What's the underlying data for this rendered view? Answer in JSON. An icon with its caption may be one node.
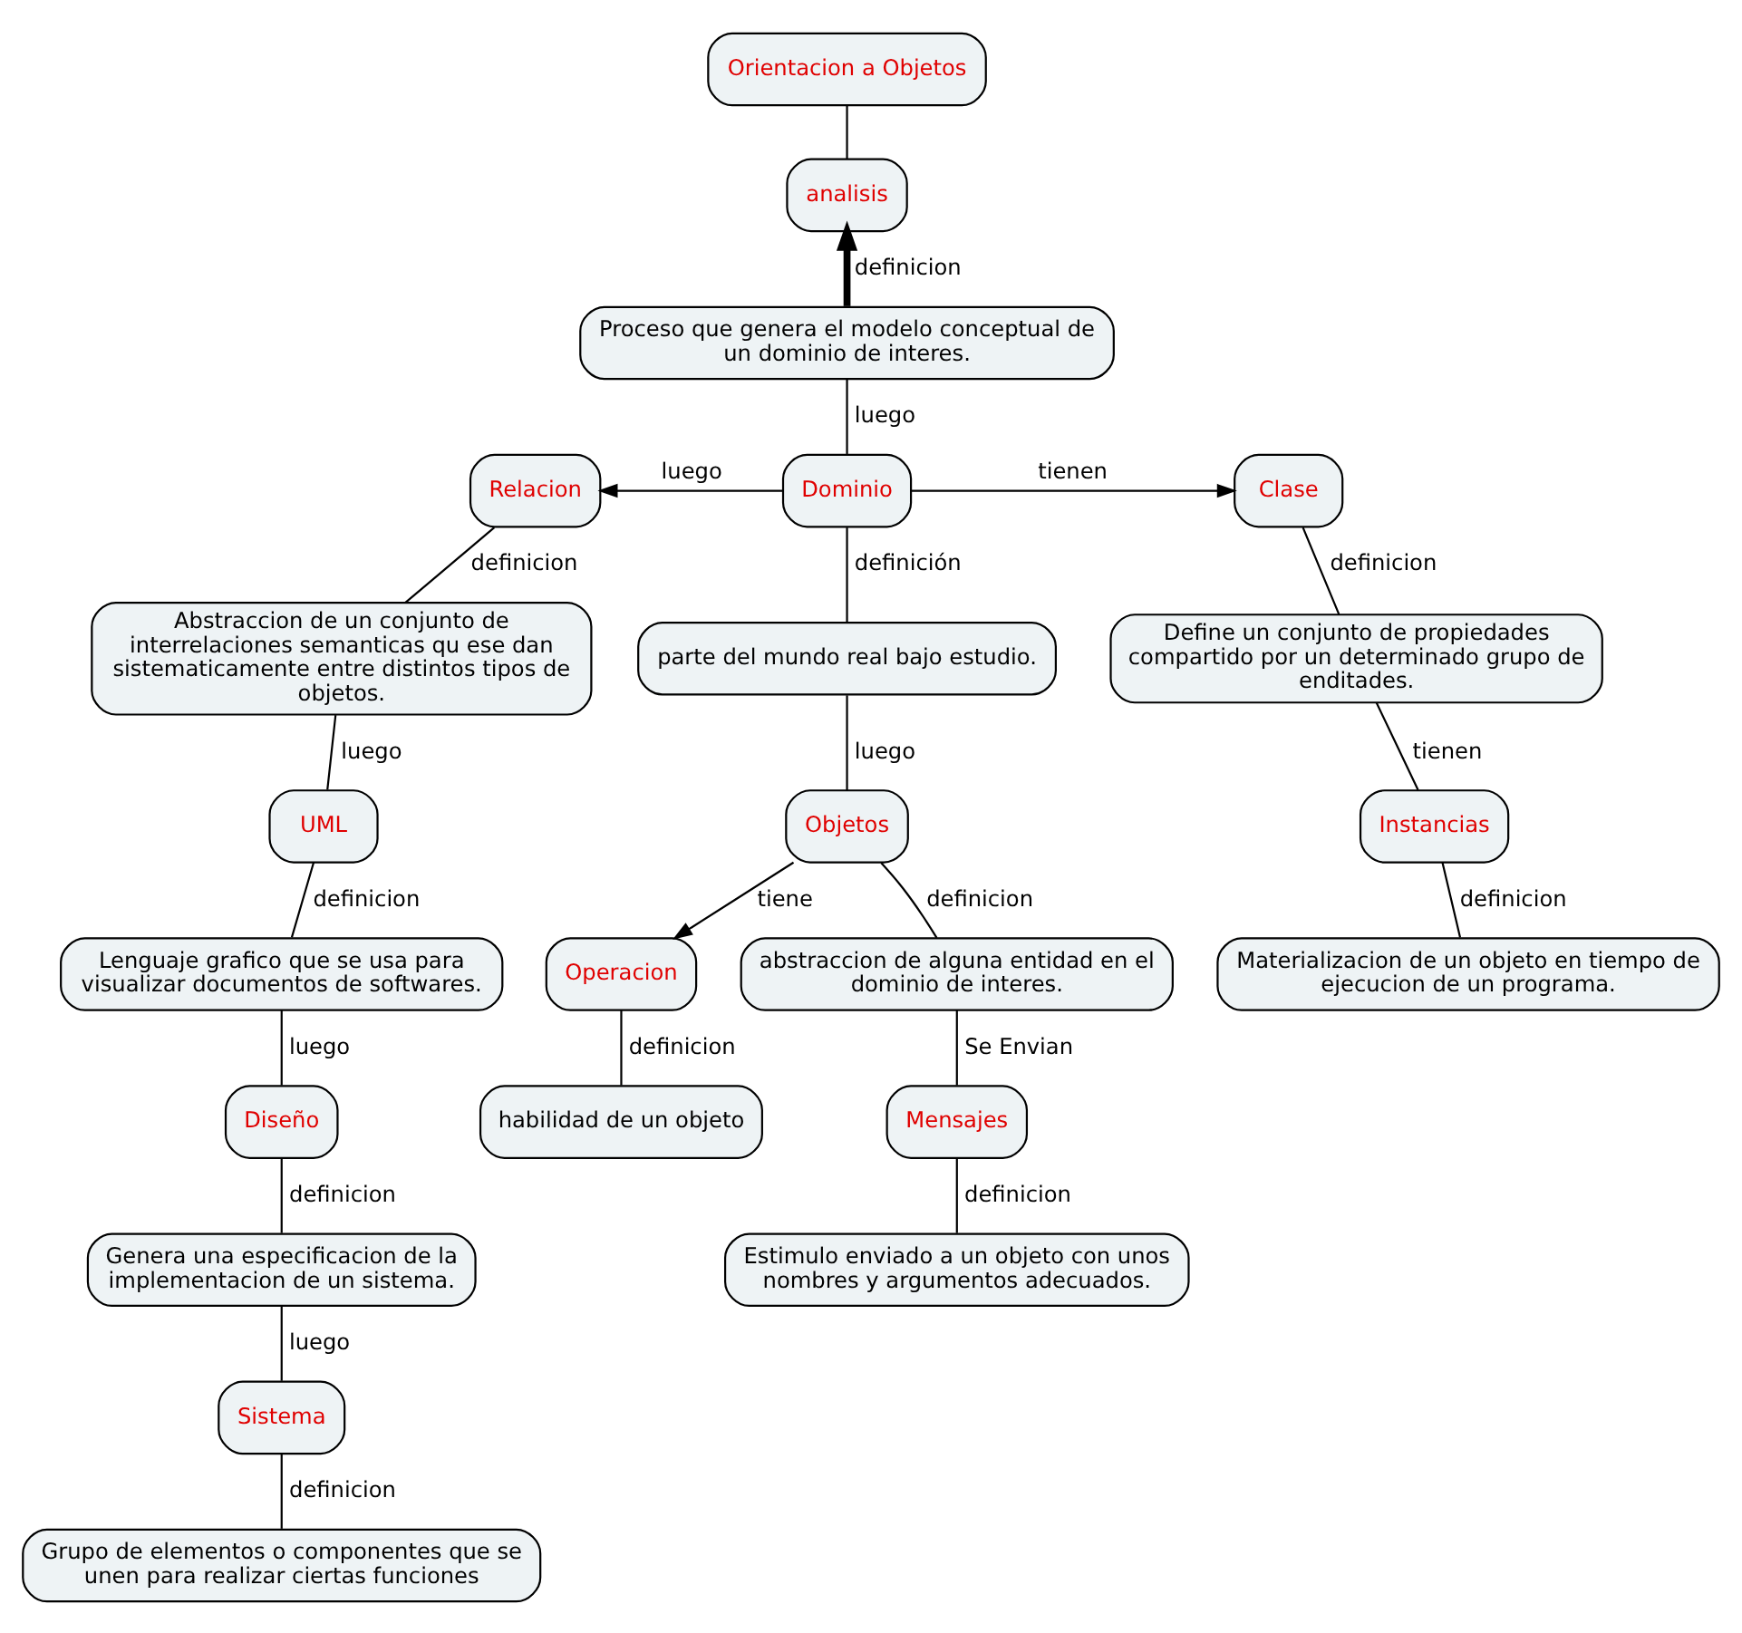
{
  "diagram": {
    "nodes": [
      {
        "text": [
          "Orientacion a Objetos"
        ]
      },
      {
        "text": [
          "analisis"
        ]
      },
      {
        "text": [
          "Proceso que genera el modelo conceptual de un dominio de interes."
        ]
      },
      {
        "text": [
          "Relacion"
        ]
      },
      {
        "text": [
          "Dominio"
        ]
      },
      {
        "text": [
          "Clase"
        ]
      },
      {
        "text": [
          "Abstraccion de un conjunto de interrelaciones semanticas qu ese dan sistematicamente entre distintos tipos de objetos."
        ]
      },
      {
        "text": [
          "parte del mundo real bajo estudio."
        ]
      },
      {
        "text": [
          "Define un conjunto de propiedades compartido por un determinado grupo de enditades."
        ]
      },
      {
        "text": [
          "Objetos"
        ]
      },
      {
        "text": [
          "Operacion"
        ]
      },
      {
        "text": [
          "UML"
        ]
      },
      {
        "text": [
          "abstraccion de alguna entidad en el dominio de interes."
        ]
      },
      {
        "text": [
          "habilidad de un objeto"
        ]
      },
      {
        "text": [
          "Instancias"
        ]
      },
      {
        "text": [
          "Lenguaje grafico que se usa para visualizar documentos de softwares."
        ]
      },
      {
        "text": [
          "Mensajes"
        ]
      },
      {
        "text": [
          "Materializacion de un objeto en tiempo de ejecucion de un programa."
        ]
      },
      {
        "text": [
          "Estimulo enviado a un objeto con unos nombres y argumentos adecuados."
        ]
      },
      {
        "text": [
          "Diseño"
        ]
      },
      {
        "text": [
          "Genera una especificacion de la implementacion de un sistema."
        ]
      },
      {
        "text": [
          "Sistema"
        ]
      },
      {
        "text": [
          "Grupo de elementos o componentes que se unen para realizar ciertas funciones"
        ]
      }
    ],
    "edges": [
      {
        "from": 0,
        "to": 1,
        "arrow": "none"
      },
      {
        "from": 2,
        "to": 1,
        "arrow": "to",
        "label": "definicion",
        "style": "thick"
      },
      {
        "from": 2,
        "to": 4,
        "arrow": "none",
        "label": "luego"
      },
      {
        "from": 4,
        "to": 3,
        "arrow": "to",
        "label": "luego"
      },
      {
        "from": 4,
        "to": 5,
        "arrow": "to",
        "label": "tienen"
      },
      {
        "from": 4,
        "to": 7,
        "arrow": "none",
        "label": "definición"
      },
      {
        "from": 3,
        "to": 6,
        "arrow": "none",
        "label": "definicion"
      },
      {
        "from": 5,
        "to": 8,
        "arrow": "none",
        "label": "definicion"
      },
      {
        "from": 7,
        "to": 9,
        "arrow": "none",
        "label": "luego"
      },
      {
        "from": 9,
        "to": 10,
        "arrow": "to",
        "label": "tiene"
      },
      {
        "from": 6,
        "to": 11,
        "arrow": "none",
        "label": "luego"
      },
      {
        "from": 9,
        "to": 12,
        "arrow": "none",
        "label": "definicion"
      },
      {
        "from": 10,
        "to": 13,
        "arrow": "none",
        "label": "definicion"
      },
      {
        "from": 8,
        "to": 14,
        "arrow": "none",
        "label": "tienen"
      },
      {
        "from": 11,
        "to": 15,
        "arrow": "none",
        "label": "definicion"
      },
      {
        "from": 12,
        "to": 16,
        "arrow": "none",
        "label": "Se Envian"
      },
      {
        "from": 14,
        "to": 17,
        "arrow": "none",
        "label": "definicion"
      },
      {
        "from": 16,
        "to": 18,
        "arrow": "none",
        "label": "definicion"
      },
      {
        "from": 15,
        "to": 19,
        "arrow": "none",
        "label": "luego"
      },
      {
        "from": 19,
        "to": 20,
        "arrow": "none",
        "label": "definicion"
      },
      {
        "from": 20,
        "to": 21,
        "arrow": "none",
        "label": "luego"
      },
      {
        "from": 21,
        "to": 22,
        "arrow": "none",
        "label": "definicion"
      }
    ]
  }
}
